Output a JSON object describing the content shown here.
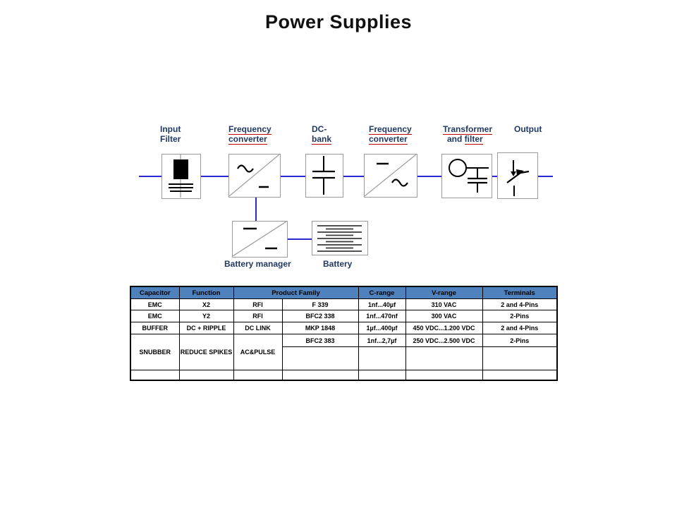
{
  "title": "Power Supplies",
  "diagram": {
    "labels": {
      "input_1": "Input",
      "input_2": "Filter",
      "fc1_1": "Frequency",
      "fc1_2": "converter",
      "dc_1": "DC-",
      "dc_2": "bank",
      "fc2_1": "Frequency",
      "fc2_2": "converter",
      "tr_1": "Transformer",
      "tr_2_pre": "and ",
      "tr_2_word": "filter",
      "out_1": "Output",
      "battery_manager": "Battery manager",
      "battery": "Battery"
    }
  },
  "table": {
    "headers": [
      "Capacitor",
      "Function",
      "Product Family",
      "C-range",
      "V-range",
      "Terminals"
    ],
    "rows": [
      [
        "EMC",
        "X2",
        "RFI",
        "F 339",
        "1nf...40µf",
        "310 VAC",
        "2 and 4-Pins"
      ],
      [
        "EMC",
        "Y2",
        "RFI",
        "BFC2 338",
        "1nf...470nf",
        "300 VAC",
        "2-Pins"
      ],
      [
        "BUFFER",
        "DC + RIPPLE",
        "DC LINK",
        "MKP 1848",
        "1µf...400µf",
        "450 VDC...1.200 VDC",
        "2 and 4-Pins"
      ],
      [
        "SNUBBER",
        "REDUCE SPIKES",
        "AC&PULSE",
        "BFC2 383",
        "1nf...2,7µf",
        "250 VDC...2.500 VDC",
        "2-Pins"
      ]
    ]
  },
  "colors": {
    "table_header_blue": "#4F81BD",
    "connector_blue": "#2A2AD0",
    "label_navy": "#1F3864",
    "underline_red": "#C00000",
    "box_border_gray": "#9A9A9A"
  }
}
